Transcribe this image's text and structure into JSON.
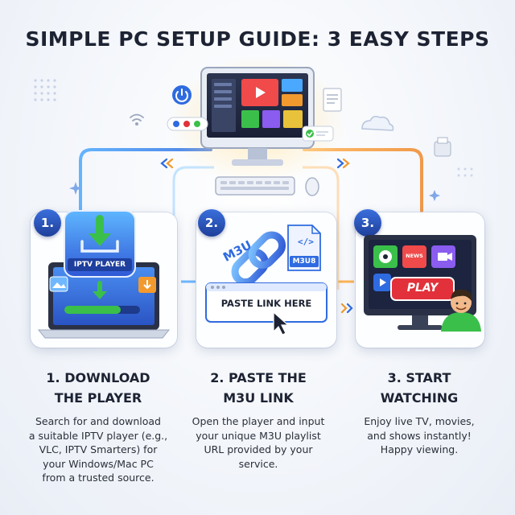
{
  "title": "SIMPLE PC SETUP GUIDE: 3 EASY STEPS",
  "steps": [
    {
      "number": "1.",
      "title_line1": "1. DOWNLOAD",
      "title_line2": "THE PLAYER",
      "desc": [
        "Search for and download",
        "a suitable IPTV player (e.g.,",
        "VLC, IPTV Smarters) for",
        "your Windows/Mac PC",
        "from a trusted source."
      ],
      "icon_label": "IPTV PLAYER"
    },
    {
      "number": "2.",
      "title_line1": "2. PASTE THE",
      "title_line2": "M3U LINK",
      "desc": [
        "Open the player and input",
        "your unique M3U playlist",
        "URL provided by your",
        "service."
      ],
      "m3u_label": "M3U",
      "file_label": "M3U8",
      "paste_label": "PASTE LINK HERE"
    },
    {
      "number": "3.",
      "title_line1": "3. START",
      "title_line2": "WATCHING",
      "desc": [
        "Enjoy live TV, movies,",
        "and shows instantly!",
        "Happy viewing."
      ],
      "play_label": "PLAY",
      "news_label": "NEWS"
    }
  ],
  "colors": {
    "accent_blue": "#2f6be0",
    "accent_orange": "#f29a2e",
    "play_red": "#e2313a",
    "green": "#3bbf4b"
  }
}
